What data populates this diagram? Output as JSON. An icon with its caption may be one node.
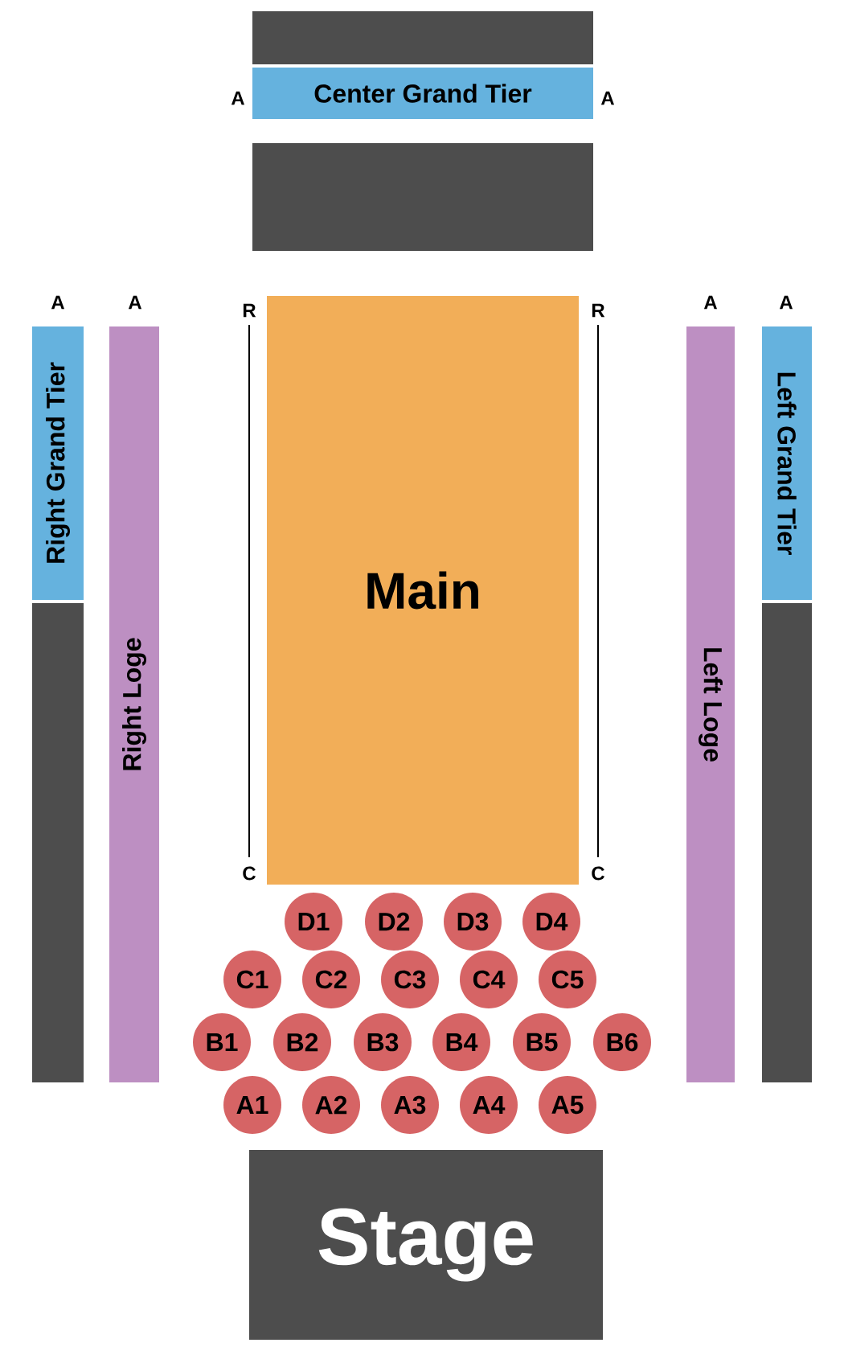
{
  "diagram": {
    "nodes": [
      {
        "text": [],
        "shape": "box"
      },
      {
        "text": [
          "Center Grand Tier"
        ]
      },
      {
        "text": [],
        "shape": "box"
      },
      {
        "text": [
          "Right Grand Tier"
        ]
      },
      {
        "text": [
          "Right Loge"
        ]
      },
      {
        "text": [
          "Main"
        ]
      },
      {
        "text": [
          "Left Loge"
        ]
      },
      {
        "text": [
          "Left Grand Tier"
        ]
      },
      {
        "text": [],
        "shape": "box"
      },
      {
        "text": [],
        "shape": "box"
      },
      {
        "text": [
          "D1"
        ]
      },
      {
        "text": [
          "D2"
        ]
      },
      {
        "text": [
          "D3"
        ]
      },
      {
        "text": [
          "D4"
        ]
      },
      {
        "text": [
          "C1"
        ]
      },
      {
        "text": [
          "C2"
        ]
      },
      {
        "text": [
          "C3"
        ]
      },
      {
        "text": [
          "C4"
        ]
      },
      {
        "text": [
          "C5"
        ]
      },
      {
        "text": [
          "B1"
        ]
      },
      {
        "text": [
          "B2"
        ]
      },
      {
        "text": [
          "B3"
        ]
      },
      {
        "text": [
          "B4"
        ]
      },
      {
        "text": [
          "B5"
        ]
      },
      {
        "text": [
          "B6"
        ]
      },
      {
        "text": [
          "A1"
        ]
      },
      {
        "text": [
          "A2"
        ]
      },
      {
        "text": [
          "A3"
        ]
      },
      {
        "text": [
          "A4"
        ]
      },
      {
        "text": [
          "A5"
        ]
      },
      {
        "text": [
          "Stage"
        ]
      }
    ],
    "labels": [
      "A",
      "A",
      "A",
      "A",
      "R",
      "R",
      "A",
      "A",
      "C",
      "C"
    ]
  }
}
